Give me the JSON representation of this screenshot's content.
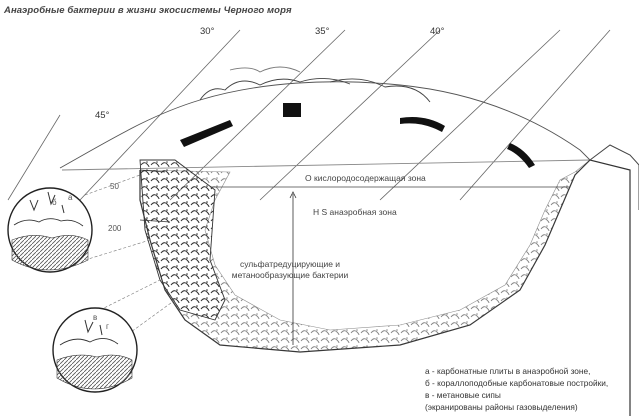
{
  "title": "Анаэробные бактерии в жизни экосистемы Черного моря",
  "latitudes": [
    "30°",
    "35°",
    "40°",
    "45°"
  ],
  "zones": {
    "oxygen_zone": "О кислородосодержащая зона",
    "anaerobic_zone": "H S анаэробная зона"
  },
  "depths": [
    "50",
    "200"
  ],
  "bacteria_label": [
    "сульфатредуцирующие и",
    "метанообразующие бактерии"
  ],
  "inset_markers": [
    "а",
    "б",
    "в",
    "г"
  ],
  "legend": [
    "а - карбонатные плиты в анаэробной зоне,",
    "б - кораллоподобные карбонатовые постройки,",
    "в - метановые сипы",
    "(экранированы районы газовыделения)"
  ]
}
